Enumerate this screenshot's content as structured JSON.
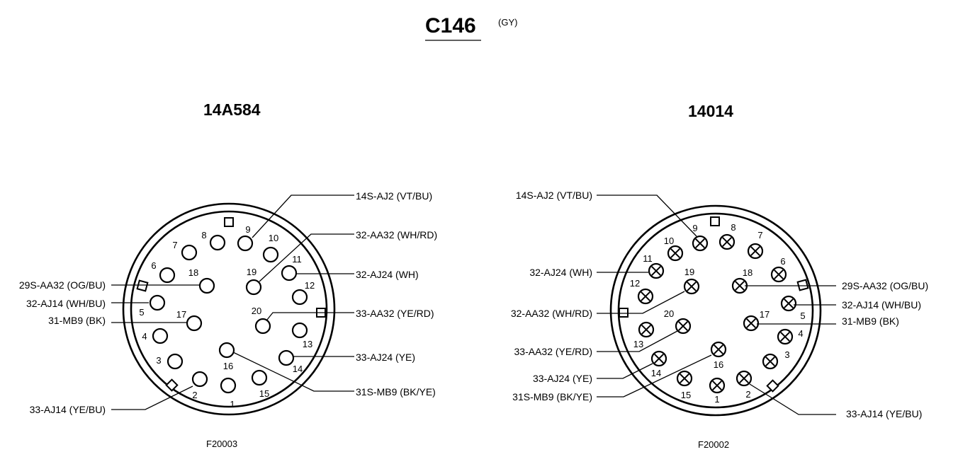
{
  "title": {
    "text": "C146",
    "sub": "(GY)"
  },
  "connectors": [
    {
      "id": "left",
      "heading": "14A584",
      "figure": "F20003",
      "pins": [
        "1",
        "2",
        "3",
        "4",
        "5",
        "6",
        "7",
        "8",
        "9",
        "10",
        "11",
        "12",
        "13",
        "14",
        "15",
        "16",
        "17",
        "18",
        "19",
        "20"
      ],
      "circuits": [
        "14S-AJ2 (VT/BU)",
        "32-AA32 (WH/RD)",
        "32-AJ24 (WH)",
        "29S-AA32 (OG/BU)",
        "32-AJ14 (WH/BU)",
        "33-AA32 (YE/RD)",
        "31-MB9 (BK)",
        "33-AJ24 (YE)",
        "31S-MB9 (BK/YE)",
        "33-AJ14 (YE/BU)"
      ]
    },
    {
      "id": "right",
      "heading": "14014",
      "figure": "F20002",
      "pins": [
        "1",
        "2",
        "3",
        "4",
        "5",
        "6",
        "7",
        "8",
        "9",
        "10",
        "11",
        "12",
        "13",
        "14",
        "15",
        "16",
        "17",
        "18",
        "19",
        "20"
      ],
      "circuits": [
        "14S-AJ2 (VT/BU)",
        "32-AJ24 (WH)",
        "29S-AA32 (OG/BU)",
        "32-AJ14 (WH/BU)",
        "32-AA32 (WH/RD)",
        "31-MB9 (BK)",
        "33-AA32 (YE/RD)",
        "33-AJ24 (YE)",
        "31S-MB9 (BK/YE)",
        "33-AJ14 (YE/BU)"
      ]
    }
  ]
}
